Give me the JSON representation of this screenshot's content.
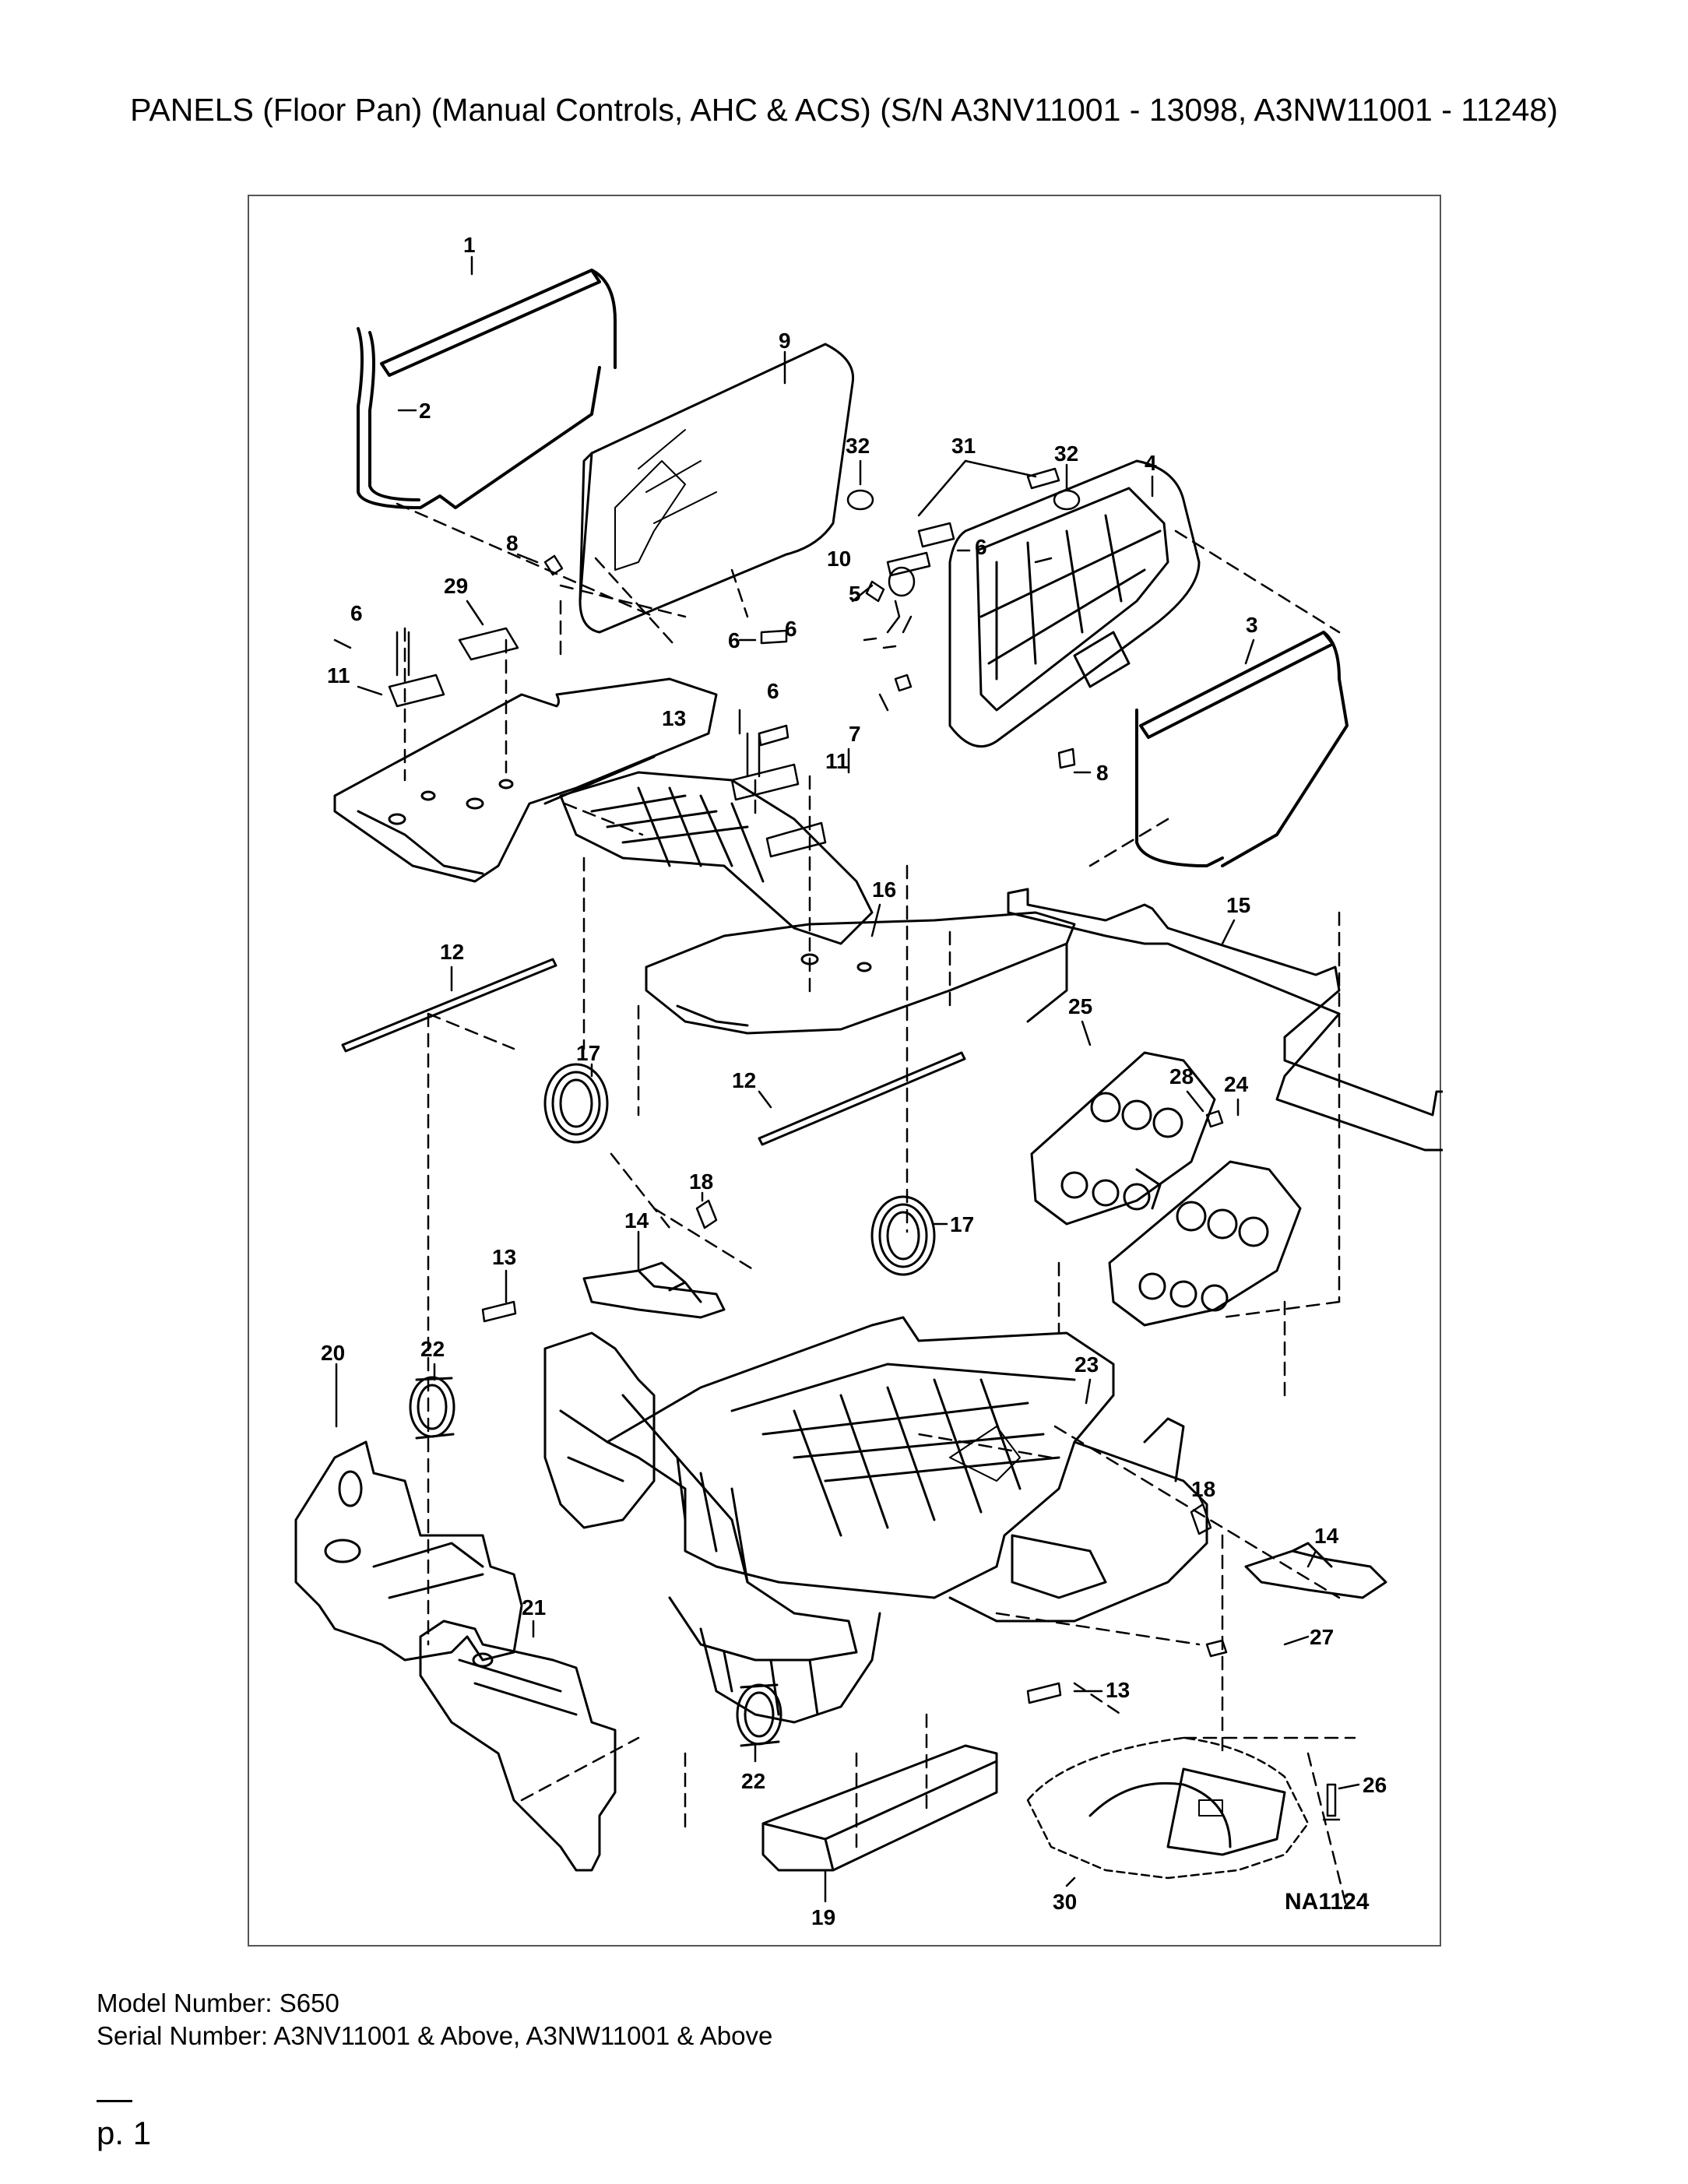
{
  "title": "PANELS (Floor Pan) (Manual Controls, AHC & ACS) (S/N A3NV11001 - 13098, A3NW11001 - 11248)",
  "figure": {
    "id": "NA1124",
    "callouts": [
      {
        "label": "1"
      },
      {
        "label": "2"
      },
      {
        "label": "9"
      },
      {
        "label": "32"
      },
      {
        "label": "31"
      },
      {
        "label": "32"
      },
      {
        "label": "4"
      },
      {
        "label": "8"
      },
      {
        "label": "6"
      },
      {
        "label": "10"
      },
      {
        "label": "29"
      },
      {
        "label": "6"
      },
      {
        "label": "5"
      },
      {
        "label": "6"
      },
      {
        "label": "6"
      },
      {
        "label": "3"
      },
      {
        "label": "11"
      },
      {
        "label": "6"
      },
      {
        "label": "13"
      },
      {
        "label": "7"
      },
      {
        "label": "11"
      },
      {
        "label": "8"
      },
      {
        "label": "16"
      },
      {
        "label": "15"
      },
      {
        "label": "12"
      },
      {
        "label": "17"
      },
      {
        "label": "25"
      },
      {
        "label": "12"
      },
      {
        "label": "28"
      },
      {
        "label": "24"
      },
      {
        "label": "18"
      },
      {
        "label": "17"
      },
      {
        "label": "14"
      },
      {
        "label": "13"
      },
      {
        "label": "20"
      },
      {
        "label": "22"
      },
      {
        "label": "23"
      },
      {
        "label": "18"
      },
      {
        "label": "14"
      },
      {
        "label": "21"
      },
      {
        "label": "27"
      },
      {
        "label": "13"
      },
      {
        "label": "26"
      },
      {
        "label": "22"
      },
      {
        "label": "30"
      },
      {
        "label": "19"
      }
    ]
  },
  "footer": {
    "model": "Model Number: S650",
    "serial": "Serial Number: A3NV11001 & Above, A3NW11001 & Above"
  },
  "page_label": "p. 1"
}
